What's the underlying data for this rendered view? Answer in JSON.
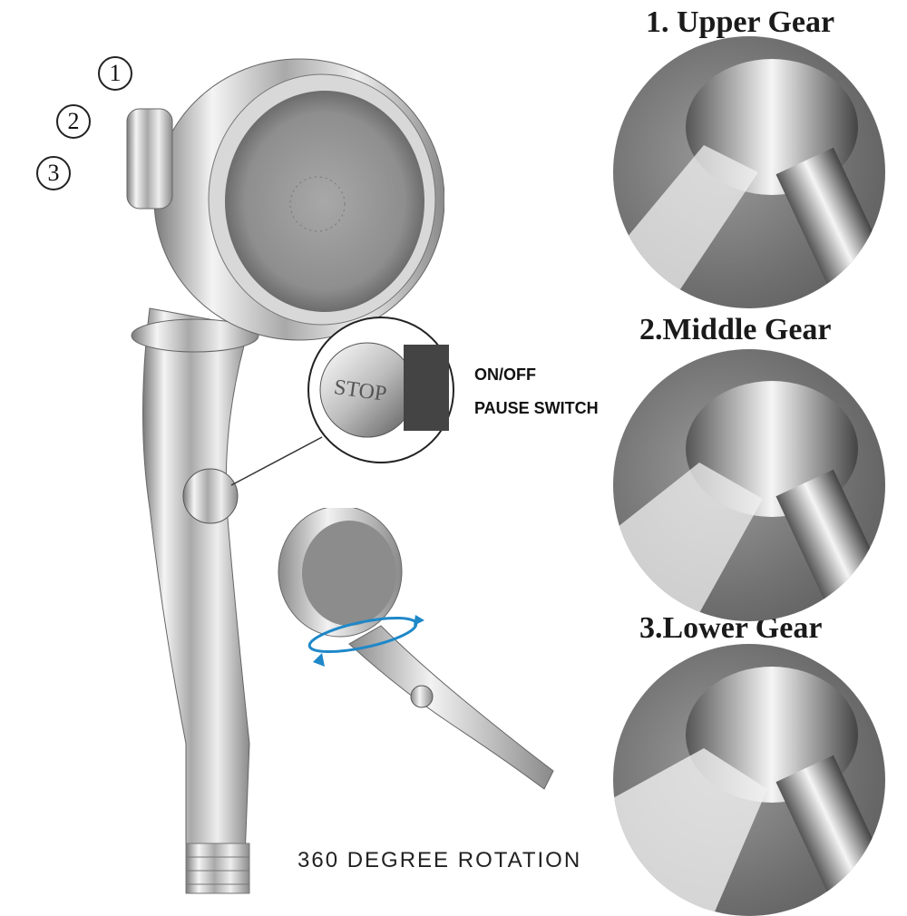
{
  "steps": [
    "1",
    "2",
    "3"
  ],
  "gears": [
    {
      "label": "1. Upper Gear"
    },
    {
      "label": "2.Middle Gear"
    },
    {
      "label": "3.Lower Gear"
    }
  ],
  "button": {
    "text": "STOP"
  },
  "switch": {
    "line1": "ON/OFF",
    "line2": "PAUSE SWITCH"
  },
  "rotation": {
    "label": "360 DEGREE ROTATION"
  },
  "colors": {
    "chrome": "#c8c8c8",
    "arrow": "#1e88c8",
    "circle_bg": "#7a7a7a"
  }
}
